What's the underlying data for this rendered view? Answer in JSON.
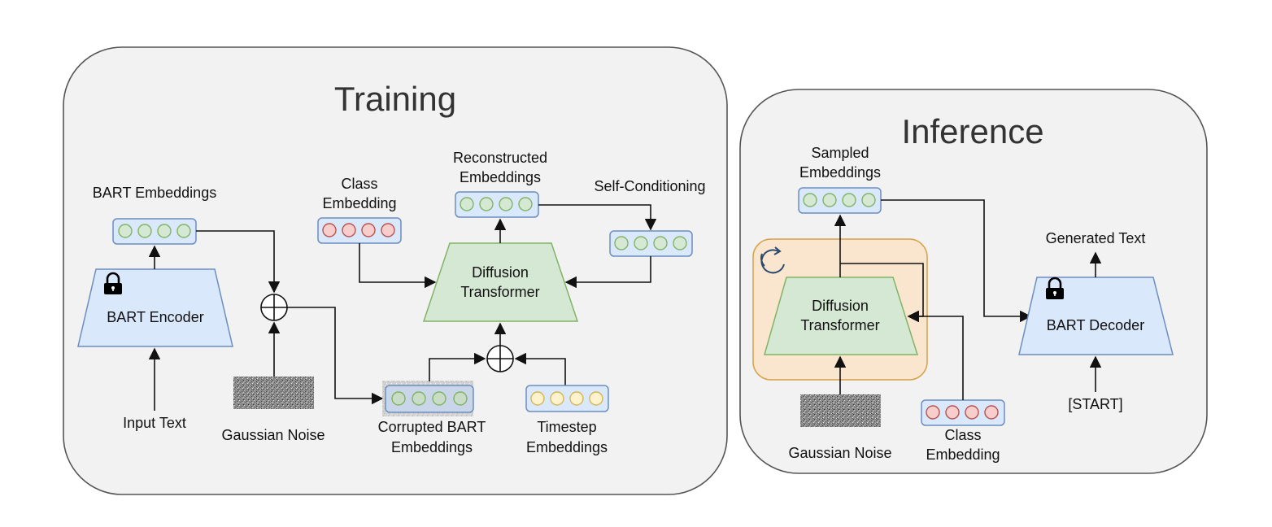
{
  "training": {
    "title": "Training",
    "labels": {
      "bart_embeddings": "BART Embeddings",
      "bart_encoder": "BART Encoder",
      "input_text": "Input Text",
      "gaussian_noise": "Gaussian Noise",
      "class_embedding_1": "Class",
      "class_embedding_2": "Embedding",
      "reconstructed_1": "Reconstructed",
      "reconstructed_2": "Embeddings",
      "self_conditioning": "Self-Conditioning",
      "diffusion_1": "Diffusion",
      "diffusion_2": "Transformer",
      "corrupted_1": "Corrupted BART",
      "corrupted_2": "Embeddings",
      "timestep_1": "Timestep",
      "timestep_2": "Embeddings"
    }
  },
  "inference": {
    "title": "Inference",
    "labels": {
      "sampled_1": "Sampled",
      "sampled_2": "Embeddings",
      "diffusion_1": "Diffusion",
      "diffusion_2": "Transformer",
      "gaussian_noise": "Gaussian Noise",
      "class_embedding_1": "Class",
      "class_embedding_2": "Embedding",
      "generated_text": "Generated Text",
      "bart_decoder": "BART Decoder",
      "start_token": "[START]"
    }
  },
  "colors": {
    "panel_bg": "#f2f2f2",
    "vector_bg": "#dae8fc",
    "vector_border": "#6c8ebf",
    "green_dot": "#d5e8d4",
    "green_dot_border": "#82b366",
    "red_dot": "#f8cecc",
    "red_dot_border": "#b85450",
    "yellow_dot": "#fff2cc",
    "yellow_dot_border": "#d6b656",
    "encoder_fill": "#dae8fc",
    "transformer_fill": "#d5e8d4",
    "loop_fill": "#fae5cf",
    "loop_border": "#d6a24a"
  },
  "icons": [
    "lock-icon",
    "refresh-icon",
    "plus-circle-icon"
  ]
}
